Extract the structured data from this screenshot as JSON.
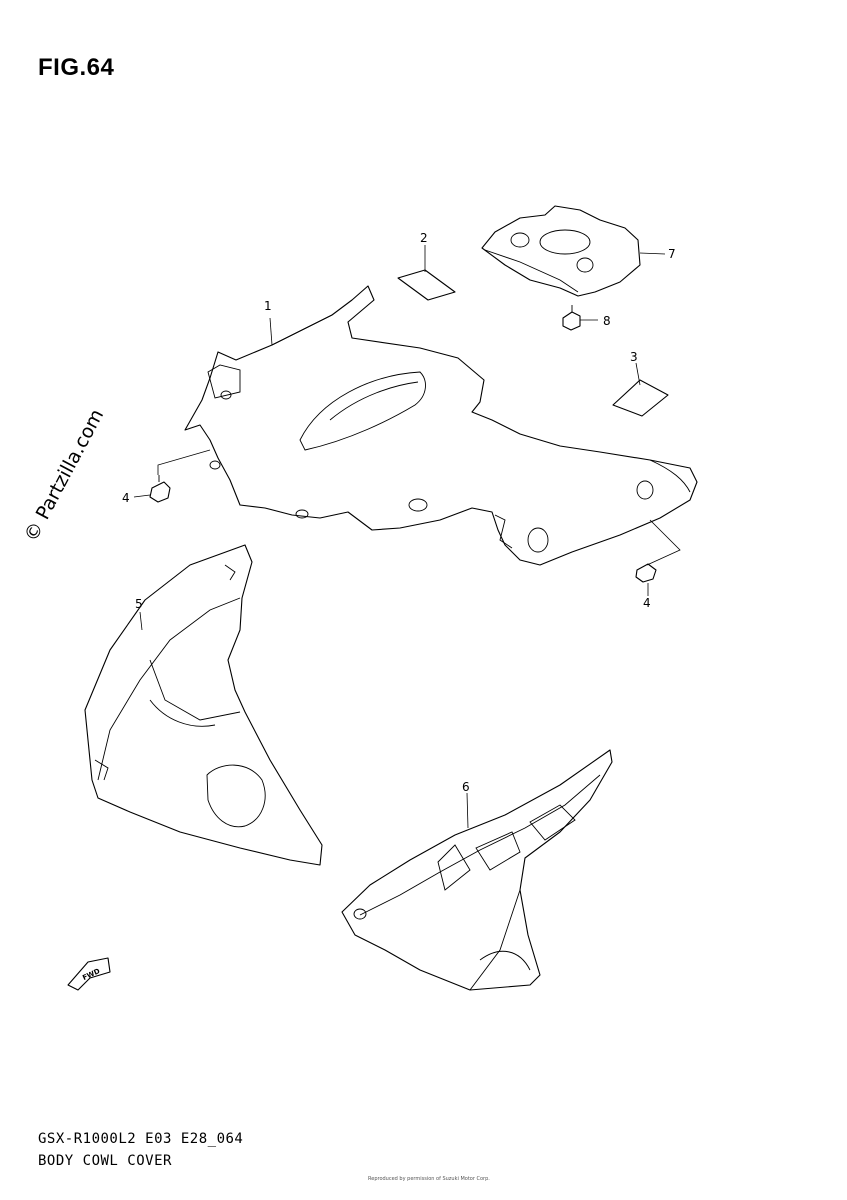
{
  "figure": {
    "title": "FIG.64"
  },
  "watermark": "© Partzilla.com",
  "callouts": [
    {
      "id": "1",
      "label": "1"
    },
    {
      "id": "2",
      "label": "2"
    },
    {
      "id": "3",
      "label": "3"
    },
    {
      "id": "4a",
      "label": "4"
    },
    {
      "id": "4b",
      "label": "4"
    },
    {
      "id": "5",
      "label": "5"
    },
    {
      "id": "6",
      "label": "6"
    },
    {
      "id": "7",
      "label": "7"
    },
    {
      "id": "8",
      "label": "8"
    }
  ],
  "fwd_arrow": {
    "label": "FWD"
  },
  "footer": {
    "model_code": "GSX-R1000L2 E03 E28_064",
    "diagram_name": "BODY COWL COVER",
    "copyright": "Reproduced by permission of Suzuki Motor Corp."
  }
}
